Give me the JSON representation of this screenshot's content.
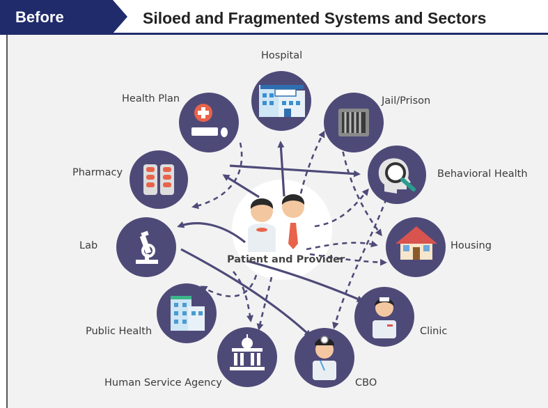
{
  "header": {
    "tab_label": "Before",
    "title": "Siloed and Fragmented Systems and Sectors"
  },
  "center": {
    "label": "Patient and Provider",
    "icon": "patient-provider-icon"
  },
  "nodes": {
    "hospital": {
      "label": "Hospital",
      "icon": "hospital-building-icon"
    },
    "jail": {
      "label": "Jail/Prison",
      "icon": "jail-bars-icon"
    },
    "behavioral": {
      "label": "Behavioral Health",
      "icon": "head-magnifier-icon"
    },
    "housing": {
      "label": "Housing",
      "icon": "house-icon"
    },
    "clinic": {
      "label": "Clinic",
      "icon": "nurse-icon"
    },
    "cbo": {
      "label": "CBO",
      "icon": "doctor-icon"
    },
    "hsa": {
      "label": "Human Service Agency",
      "icon": "capitol-building-icon"
    },
    "public_health": {
      "label": "Public Health",
      "icon": "office-building-icon"
    },
    "lab": {
      "label": "Lab",
      "icon": "microscope-icon"
    },
    "pharmacy": {
      "label": "Pharmacy",
      "icon": "pill-pack-icon"
    },
    "health_plan": {
      "label": "Health Plan",
      "icon": "computer-medical-icon"
    }
  },
  "colors": {
    "header_navy": "#1f2b6b",
    "circle": "#4e4a78",
    "arrow": "#4e4a78",
    "panel_bg": "#f2f2f2"
  }
}
